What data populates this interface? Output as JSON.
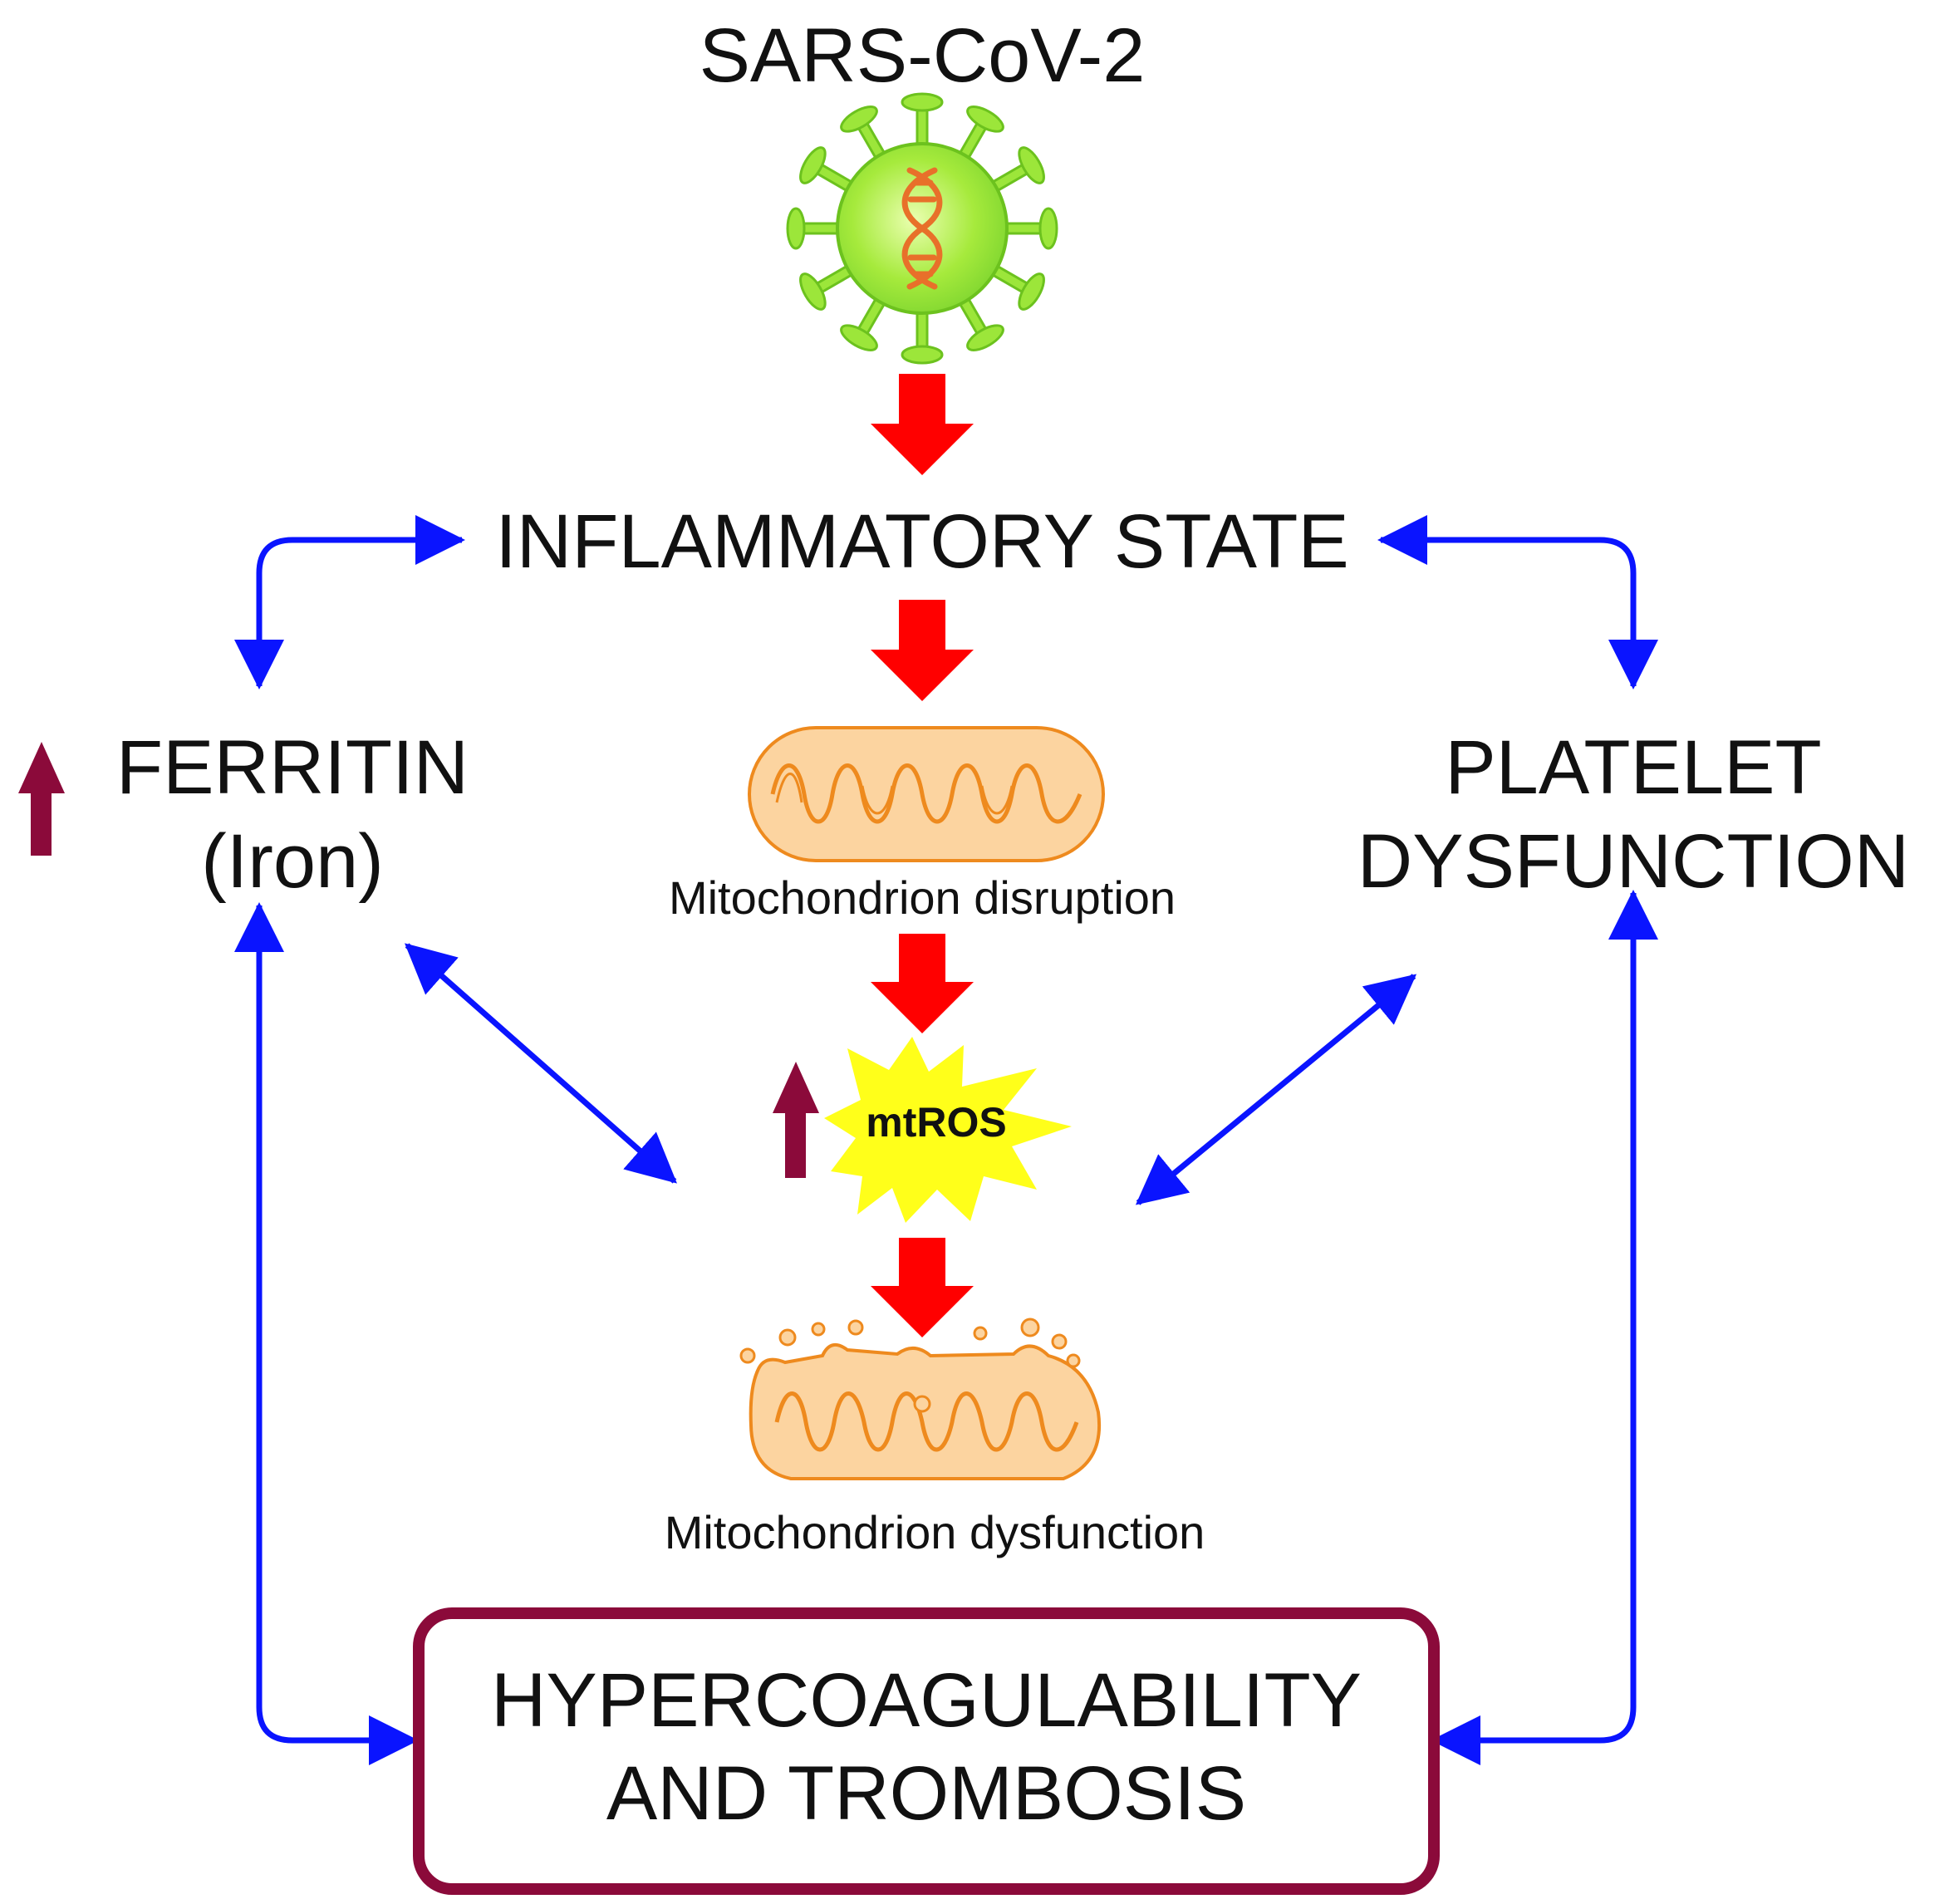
{
  "virus_label": "SARS-CoV-2",
  "inflammatory_state": "INFLAMMATORY STATE",
  "ferritin": {
    "line1": "FERRITIN",
    "line2": "(Iron)"
  },
  "platelet": {
    "line1": "PLATELET",
    "line2": "DYSFUNCTION"
  },
  "mito_disruption": "Mitochondrion disruption",
  "mtros": "mtROS",
  "mito_dysfunction": "Mitochondrion dysfunction",
  "hypercoag": {
    "line1": "HYPERCOAGULABILITY",
    "line2": "AND TROMBOSIS"
  },
  "colors": {
    "red_arrow": "#ff0000",
    "blue_arrow": "#0a14ff",
    "up_arrow": "#8b0a3a",
    "box_border": "#8b0a3a",
    "virus_green": "#9ce63a",
    "rna": "#e8702a",
    "mito_fill": "#fcd4a0",
    "mito_stroke": "#ee8a1e",
    "burst": "#ffff1a"
  },
  "icons": [
    "virus-icon",
    "mitochondrion-icon",
    "damaged-mitochondrion-icon",
    "burst-icon",
    "up-arrow-icon"
  ]
}
